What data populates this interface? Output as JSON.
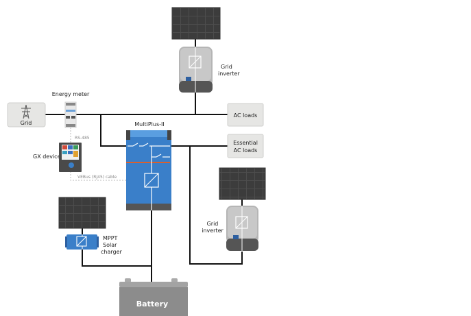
{
  "diagram": {
    "labels": {
      "energy_meter": "Energy meter",
      "grid": "Grid",
      "rs485": "RS-485",
      "gx_device": "GX device",
      "vebus_cable": "VEBus (RJ45) cable",
      "multiplus": "MultiPlus-II",
      "grid_inverter_top_line1": "Grid",
      "grid_inverter_top_line2": "inverter",
      "ac_loads": "AC loads",
      "essential_line1": "Essential",
      "essential_line2": "AC loads",
      "grid_inverter_bottom_line1": "Grid",
      "grid_inverter_bottom_line2": "inverter",
      "mppt_line1": "MPPT",
      "mppt_line2": "Solar",
      "mppt_line3": "charger",
      "battery": "Battery"
    },
    "colors": {
      "victron_blue": "#3a7fc9",
      "victron_blue_light": "#5a9ee0",
      "dark_grey": "#4a4a4a",
      "panel_grey": "#555555",
      "box_grey": "#e6e6e4",
      "battery_grey": "#8c8c8c",
      "orange": "#d9602e",
      "wire": "#111111"
    }
  }
}
